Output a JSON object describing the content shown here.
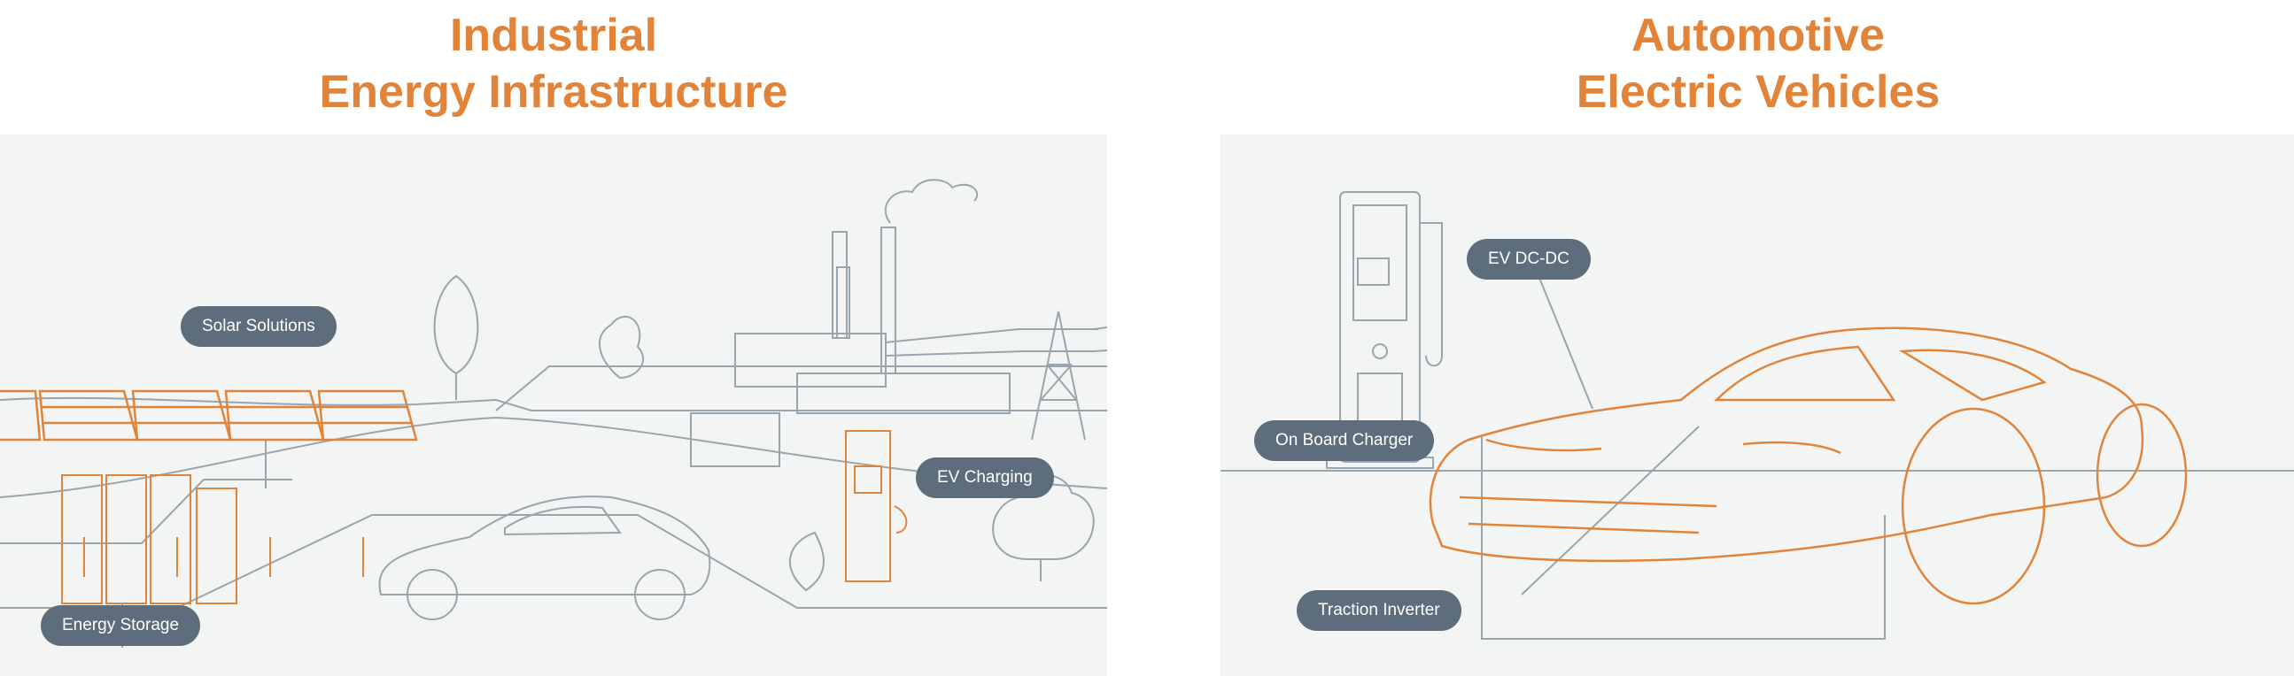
{
  "industrial": {
    "title_line1": "Industrial",
    "title_line2": "Energy Infrastructure",
    "callouts": {
      "solar": "Solar Solutions",
      "ev_charging": "EV Charging",
      "energy_storage": "Energy Storage"
    }
  },
  "automotive": {
    "title_line1": "Automotive",
    "title_line2": "Electric Vehicles",
    "callouts": {
      "ev_dcdc": "EV DC-DC",
      "onboard_charger": "On Board Charger",
      "traction_inverter": "Traction Inverter"
    }
  },
  "colors": {
    "accent_orange": "#e1843a",
    "callout_bg": "#5d6d7b",
    "line_gray": "#9aa5ad",
    "panel_bg": "#f3f4f4"
  }
}
